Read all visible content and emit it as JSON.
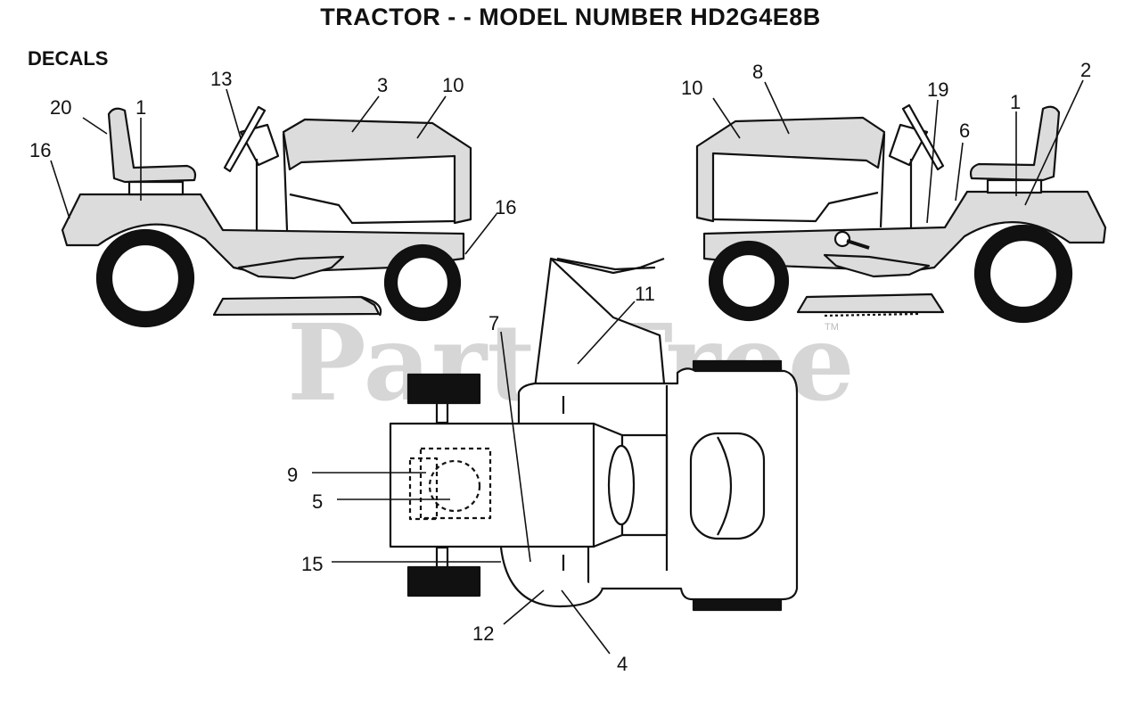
{
  "header": {
    "title": "TRACTOR - - MODEL NUMBER HD2G4E8B",
    "section": "DECALS"
  },
  "watermark": {
    "text": "PartsTree",
    "tm": "TM"
  },
  "callouts": {
    "left_view": [
      "20",
      "1",
      "16",
      "13",
      "3",
      "10",
      "16"
    ],
    "right_view": [
      "10",
      "8",
      "19",
      "6",
      "1",
      "2"
    ],
    "top_view": [
      "11",
      "7",
      "9",
      "5",
      "15",
      "12",
      "4"
    ]
  },
  "colors": {
    "line": "#111111",
    "fill": "#dcdcdc",
    "tire": "#111111"
  }
}
